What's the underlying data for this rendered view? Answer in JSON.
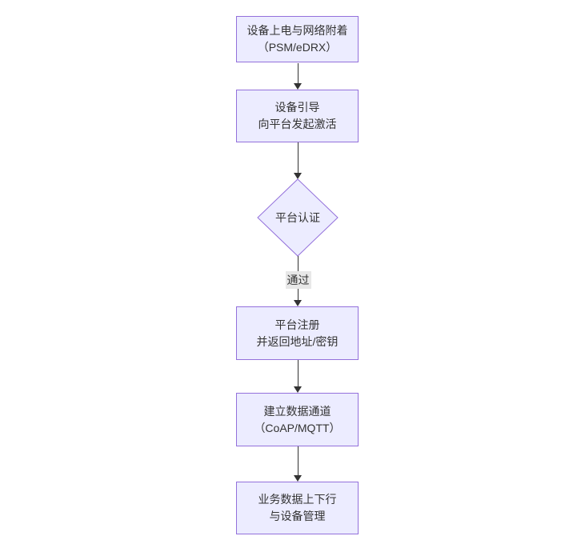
{
  "colors": {
    "node_fill": "#ECECFF",
    "node_border": "#9370DB",
    "arrow": "#333333",
    "text": "#333333",
    "edge_label_bg": "#e8e8e8",
    "background": "#ffffff"
  },
  "nodes": [
    {
      "id": "power-attach",
      "shape": "rect",
      "line1": "设备上电与网络附着",
      "line2": "（PSM/eDRX）"
    },
    {
      "id": "bootstrap",
      "shape": "rect",
      "line1": "设备引导",
      "line2": "向平台发起激活"
    },
    {
      "id": "platform-auth",
      "shape": "diamond",
      "line1": "平台认证",
      "line2": ""
    },
    {
      "id": "platform-register",
      "shape": "rect",
      "line1": "平台注册",
      "line2": "并返回地址/密钥"
    },
    {
      "id": "data-channel",
      "shape": "rect",
      "line1": "建立数据通道",
      "line2": "（CoAP/MQTT）"
    },
    {
      "id": "business-data",
      "shape": "rect",
      "line1": "业务数据上下行",
      "line2": "与设备管理"
    }
  ],
  "edges": [
    {
      "from": "power-attach",
      "to": "bootstrap",
      "label": ""
    },
    {
      "from": "bootstrap",
      "to": "platform-auth",
      "label": ""
    },
    {
      "from": "platform-auth",
      "to": "platform-register",
      "label": "通过"
    },
    {
      "from": "platform-register",
      "to": "data-channel",
      "label": ""
    },
    {
      "from": "data-channel",
      "to": "business-data",
      "label": ""
    }
  ]
}
